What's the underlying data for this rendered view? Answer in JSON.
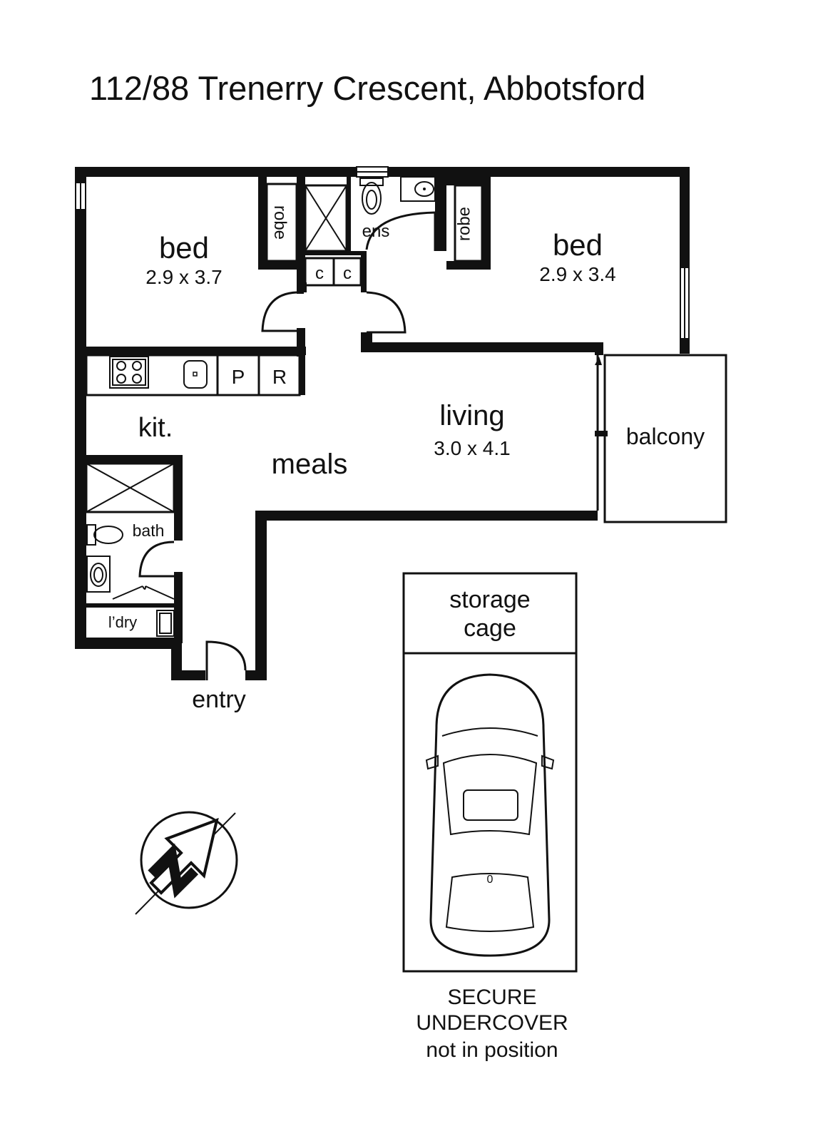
{
  "title": "112/88 Trenerry Crescent, Abbotsford",
  "rooms": {
    "bed1": {
      "name": "bed",
      "size": "2.9 x 3.7"
    },
    "bed2": {
      "name": "bed",
      "size": "2.9 x 3.4"
    },
    "robe1": "robe",
    "robe2": "robe",
    "ensuite": "ens",
    "cupboard1": "c",
    "cupboard2": "c",
    "pantry": "P",
    "fridge": "R",
    "kitchen": "kit.",
    "meals": "meals",
    "living": {
      "name": "living",
      "size": "3.0 x 4.1"
    },
    "balcony": "balcony",
    "bath": "bath",
    "laundry": "l’dry",
    "entry": "entry"
  },
  "parking": {
    "storage_line1": "storage",
    "storage_line2": "cage",
    "note_line1": "SECURE",
    "note_line2": "UNDERCOVER",
    "note_line3": "not in position",
    "car_mark": "0"
  },
  "compass": {
    "letter": "N"
  }
}
